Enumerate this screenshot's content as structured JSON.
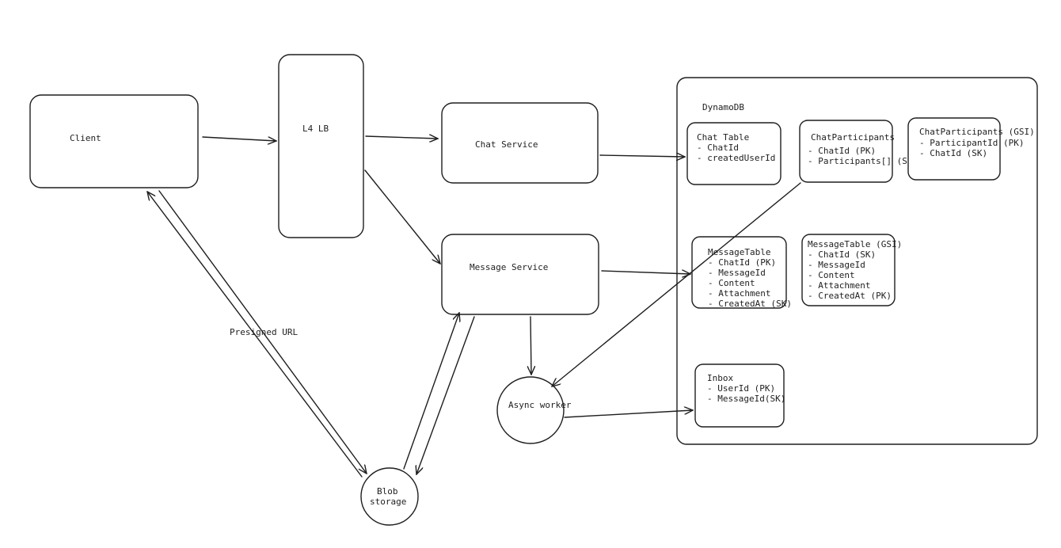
{
  "nodes": {
    "client": {
      "label": "Client"
    },
    "lb": {
      "label": "L4 LB"
    },
    "chat_service": {
      "label": "Chat Service"
    },
    "message_service": {
      "label": "Message Service"
    },
    "async_worker": {
      "label": "Async worker"
    },
    "blob_storage": {
      "label_line1": "Blob",
      "label_line2": "storage"
    }
  },
  "dynamodb": {
    "title": "DynamoDB",
    "chat_table": {
      "title": "Chat Table",
      "fields": [
        "- ChatId",
        "- createdUserId"
      ]
    },
    "chat_participants": {
      "title": "ChatParticipants",
      "fields": [
        "- ChatId (PK)",
        "- Participants[] (SK)"
      ]
    },
    "chat_participants_gsi": {
      "title": "ChatParticipants (GSI)",
      "fields": [
        "- ParticipantId (PK)",
        "- ChatId (SK)"
      ]
    },
    "message_table": {
      "title": "MessageTable",
      "fields": [
        "- ChatId (PK)",
        "- MessageId",
        "- Content",
        "- Attachment",
        "- CreatedAt (SK)"
      ]
    },
    "message_table_gsi": {
      "title": "MessageTable (GSI)",
      "fields": [
        "- ChatId (SK)",
        "- MessageId",
        "- Content",
        "- Attachment",
        "- CreatedAt (PK)"
      ]
    },
    "inbox": {
      "title": "Inbox",
      "fields": [
        "- UserId (PK)",
        "- MessageId(SK)"
      ]
    }
  },
  "edges": {
    "presigned_url": {
      "label": "Presigned URL"
    }
  }
}
